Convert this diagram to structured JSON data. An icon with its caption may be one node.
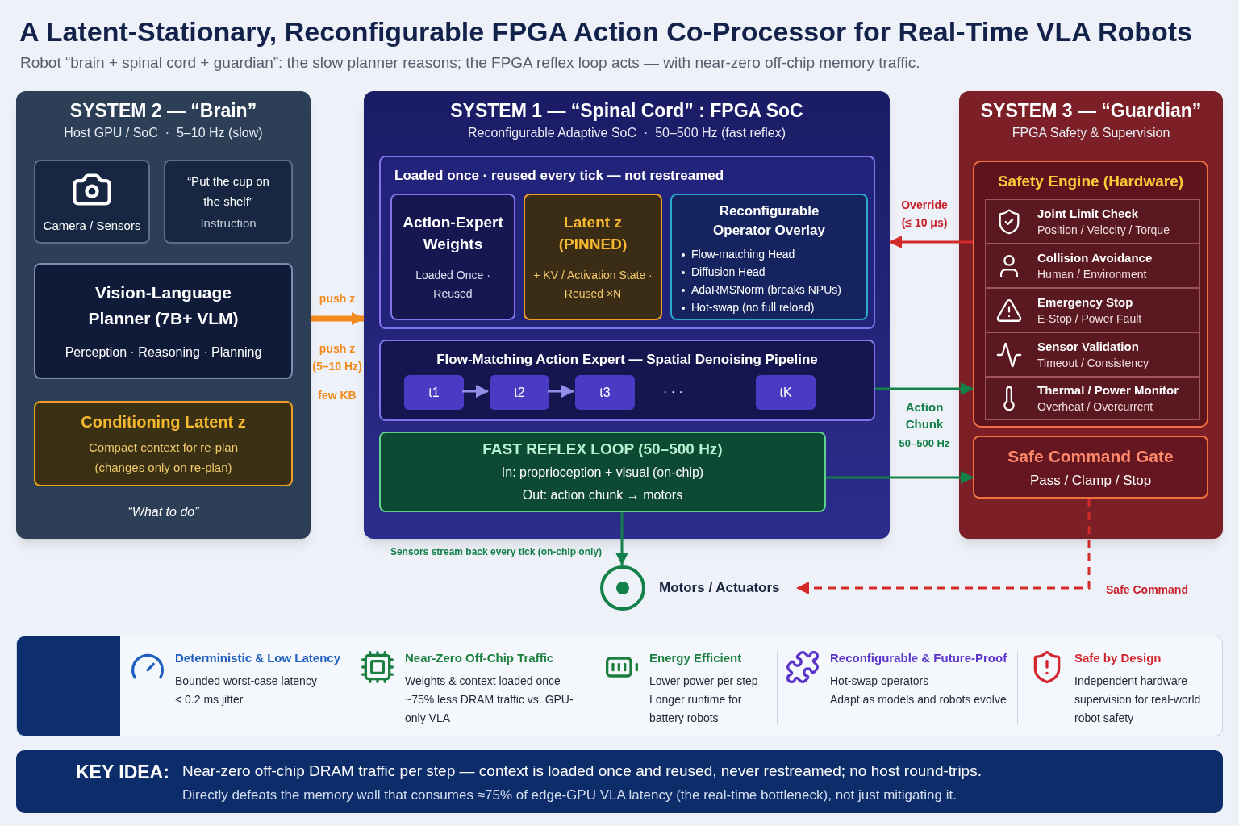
{
  "diagram": {
    "title": "A Latent-Stationary, Reconfigurable FPGA Action Co-Processor for Real-Time VLA Robots",
    "nodes": [
      {
        "text": [
          "SYSTEM 2 — “Brain”",
          "Host GPU / SoC  ·  5–10 Hz (slow)",
          "“What to do”"
        ]
      },
      {
        "text": [
          "Camera / Sensors"
        ],
        "in": 0
      },
      {
        "text": [
          "“Put the cup on the shelf”",
          "Instruction"
        ],
        "in": 0
      },
      {
        "text": [
          "Vision-Language Planner (7B+ VLM)",
          "Perception · Reasoning · Planning"
        ],
        "in": 0
      },
      {
        "text": [
          "Conditioning Latent z",
          "Compact context for re-plan (changes only on re-plan)"
        ],
        "in": 0
      },
      {
        "text": [
          "SYSTEM 1 — “Spinal Cord” : FPGA SoC",
          "Reconfigurable Adaptive SoC  ·  50–500 Hz (fast reflex)"
        ]
      },
      {
        "text": [
          "Loaded once · reused every tick — not restreamed"
        ],
        "in": 5
      },
      {
        "text": [
          "Action-Expert Weights",
          "Loaded Once · Reused"
        ],
        "in": 6
      },
      {
        "text": [
          "Latent z (PINNED)",
          "+ KV / Activation State · Reused ×N"
        ],
        "in": 6
      },
      {
        "text": [
          "Reconfigurable Operator Overlay",
          "Flow-matching Head",
          "Diffusion Head",
          "AdaRMSNorm (breaks NPUs)",
          "Hot-swap (no full reload)"
        ],
        "in": 6
      },
      {
        "text": [
          "Flow-Matching Action Expert — Spatial Denoising Pipeline"
        ],
        "in": 5
      },
      {
        "text": [
          "t1"
        ],
        "in": 10
      },
      {
        "text": [
          "t2"
        ],
        "in": 10
      },
      {
        "text": [
          "t3"
        ],
        "in": 10
      },
      {
        "text": [
          "tK"
        ],
        "in": 10
      },
      {
        "text": [
          "FAST REFLEX LOOP (50–500 Hz)",
          "In: proprioception + visual (on-chip)",
          "Out: action chunk → motors"
        ],
        "in": 5
      },
      {
        "text": [
          "SYSTEM 3 — “Guardian”",
          "FPGA Safety & Supervision"
        ]
      },
      {
        "text": [
          "Safety Engine (Hardware)"
        ],
        "in": 16
      },
      {
        "text": [
          "Joint Limit Check",
          "Position / Velocity / Torque"
        ],
        "in": 17
      },
      {
        "text": [
          "Collision Avoidance",
          "Human / Environment"
        ],
        "in": 17
      },
      {
        "text": [
          "Emergency Stop",
          "E-Stop / Power Fault"
        ],
        "in": 17
      },
      {
        "text": [
          "Sensor Validation",
          "Timeout / Consistency"
        ],
        "in": 17
      },
      {
        "text": [
          "Thermal / Power Monitor",
          "Overheat / Overcurrent"
        ],
        "in": 17
      },
      {
        "text": [
          "Safe Command Gate",
          "Pass / Clamp / Stop"
        ],
        "in": 16
      },
      {
        "text": [
          "Motors / Actuators"
        ]
      }
    ],
    "edges": [
      {
        "from": 0,
        "to": 5,
        "arrow": "to",
        "label": "push z",
        "style": "thick",
        "color": "#f08a1c"
      },
      {
        "from": 17,
        "to": 5,
        "arrow": "to",
        "label": "Override (≤ 10 μs)",
        "color": "#d42a2a"
      },
      {
        "from": 10,
        "to": 17,
        "arrow": "to",
        "label": "Action Chunk",
        "color": "#13804a"
      },
      {
        "from": 15,
        "to": 23,
        "arrow": "to",
        "color": "#13804a"
      },
      {
        "from": 15,
        "to": 24,
        "arrow": "to",
        "label": "Sensors stream back every tick (on-chip only)",
        "color": "#13804a"
      },
      {
        "from": 23,
        "to": 24,
        "arrow": "to",
        "label": "Safe Command",
        "style": "dashed",
        "color": "#d42a2a"
      },
      {
        "from": 11,
        "to": 12,
        "arrow": "to",
        "color": "#8f8fe8"
      },
      {
        "from": 12,
        "to": 13,
        "arrow": "to",
        "color": "#8f8fe8"
      }
    ],
    "labels": [
      "Robot “brain + spinal cord + guardian”: the slow planner reasons; the FPGA reflex loop acts — with near-zero off-chip memory traffic.",
      "push z (5–10 Hz)",
      "few KB",
      "· · ·",
      "50–500 Hz",
      "Deterministic & Low Latency",
      "Bounded worst-case latency",
      "< 0.2 ms jitter",
      "Near-Zero Off-Chip Traffic",
      "Weights & context loaded once",
      "~75% less DRAM traffic vs. GPU-only VLA",
      "Energy Efficient",
      "Lower power per step",
      "Longer runtime for battery robots",
      "Reconfigurable & Future-Proof",
      "Hot-swap operators",
      "Adapt as models and robots evolve",
      "Safe by Design",
      "Independent hardware supervision for real-world robot safety",
      "KEY IDEA:",
      "Near-zero off-chip DRAM traffic per step — context is loaded once and reused, never restreamed; no host round-trips.",
      "Directly defeats the memory wall that consumes ≈75% of edge-GPU VLA latency (the real-time bottleneck), not just mitigating it."
    ]
  }
}
